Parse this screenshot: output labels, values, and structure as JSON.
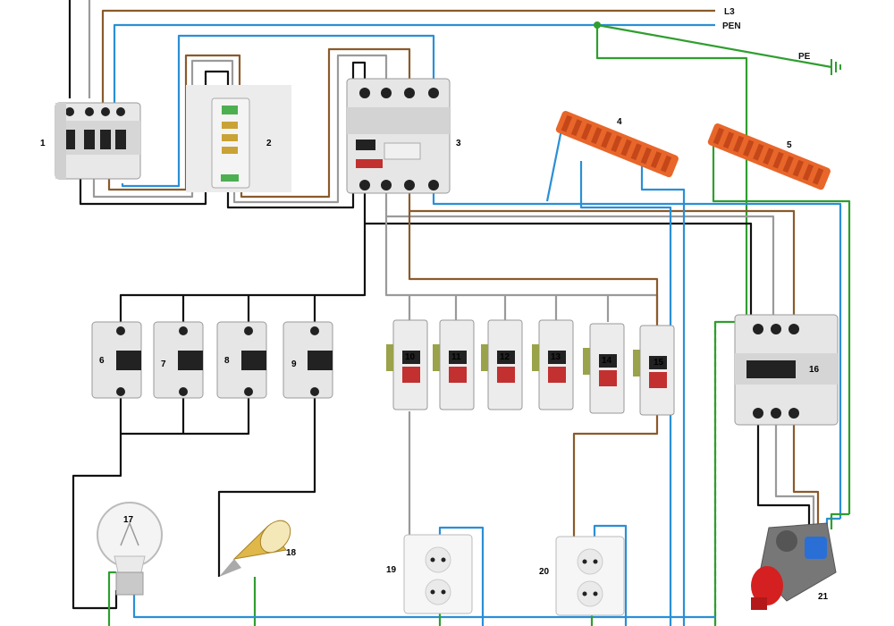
{
  "colors": {
    "phase_l1": "#111111",
    "phase_l2": "#9a9a9a",
    "phase_l3": "#8b5a2b",
    "neutral": "#2a8fd6",
    "earth": "#2f9e2f",
    "device_body": "#e8e8e8",
    "terminal_block": "#e8662a",
    "plug_red": "#d42020"
  },
  "lines": {
    "l3": "L3",
    "pen": "PEN",
    "pe": "PE"
  },
  "labels": {
    "n1": "1",
    "n2": "2",
    "n3": "3",
    "n4": "4",
    "n5": "5",
    "n6": "6",
    "n7": "7",
    "n8": "8",
    "n9": "9",
    "n10": "10",
    "n11": "11",
    "n12": "12",
    "n13": "13",
    "n14": "14",
    "n15": "15",
    "n16": "16",
    "n17": "17",
    "n18": "18",
    "n19": "19",
    "n20": "20",
    "n21": "21"
  },
  "icons": {
    "bulb": "incandescent-bulb-icon",
    "spot": "halogen-spotlight-icon",
    "socket": "double-socket-icon",
    "industrial": "industrial-socket-icon",
    "ground": "ground-symbol-icon"
  }
}
